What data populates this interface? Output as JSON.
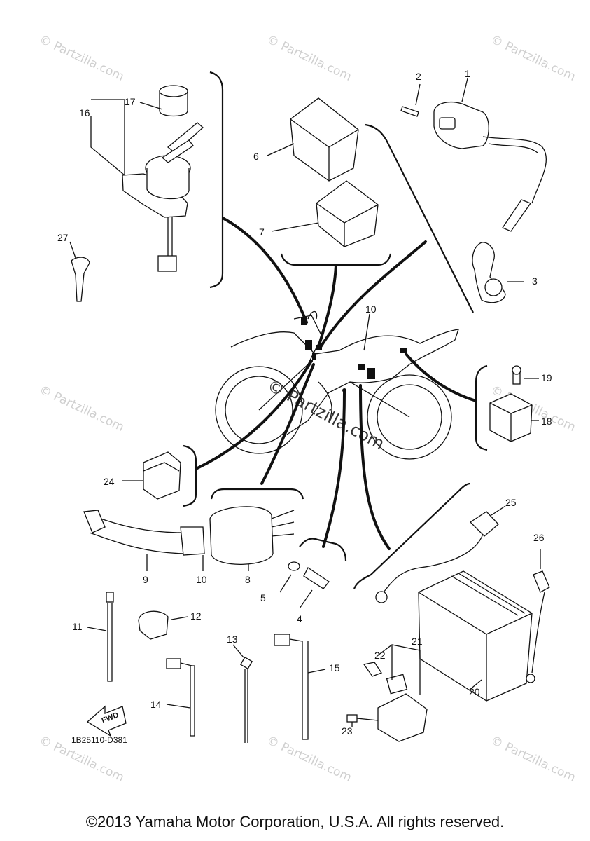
{
  "diagram": {
    "callouts": [
      {
        "id": "1",
        "label": "1"
      },
      {
        "id": "2",
        "label": "2"
      },
      {
        "id": "3",
        "label": "3"
      },
      {
        "id": "4",
        "label": "4"
      },
      {
        "id": "5",
        "label": "5"
      },
      {
        "id": "6",
        "label": "6"
      },
      {
        "id": "7",
        "label": "7"
      },
      {
        "id": "8",
        "label": "8"
      },
      {
        "id": "9",
        "label": "9"
      },
      {
        "id": "10a",
        "label": "10"
      },
      {
        "id": "10b",
        "label": "10"
      },
      {
        "id": "11",
        "label": "11"
      },
      {
        "id": "12",
        "label": "12"
      },
      {
        "id": "13",
        "label": "13"
      },
      {
        "id": "14",
        "label": "14"
      },
      {
        "id": "15",
        "label": "15"
      },
      {
        "id": "16",
        "label": "16"
      },
      {
        "id": "17",
        "label": "17"
      },
      {
        "id": "18",
        "label": "18"
      },
      {
        "id": "19",
        "label": "19"
      },
      {
        "id": "20",
        "label": "20"
      },
      {
        "id": "21",
        "label": "21"
      },
      {
        "id": "22",
        "label": "22"
      },
      {
        "id": "23",
        "label": "23"
      },
      {
        "id": "24",
        "label": "24"
      },
      {
        "id": "25",
        "label": "25"
      },
      {
        "id": "26",
        "label": "26"
      },
      {
        "id": "27",
        "label": "27"
      }
    ],
    "part_code": "1B25110-D381",
    "fwd_label": "FWD",
    "watermark": "© Partzilla.com",
    "center_watermark": "© Partzilla.com"
  },
  "footer": {
    "copyright": "©2013 Yamaha Motor Corporation, U.S.A. All rights reserved."
  }
}
